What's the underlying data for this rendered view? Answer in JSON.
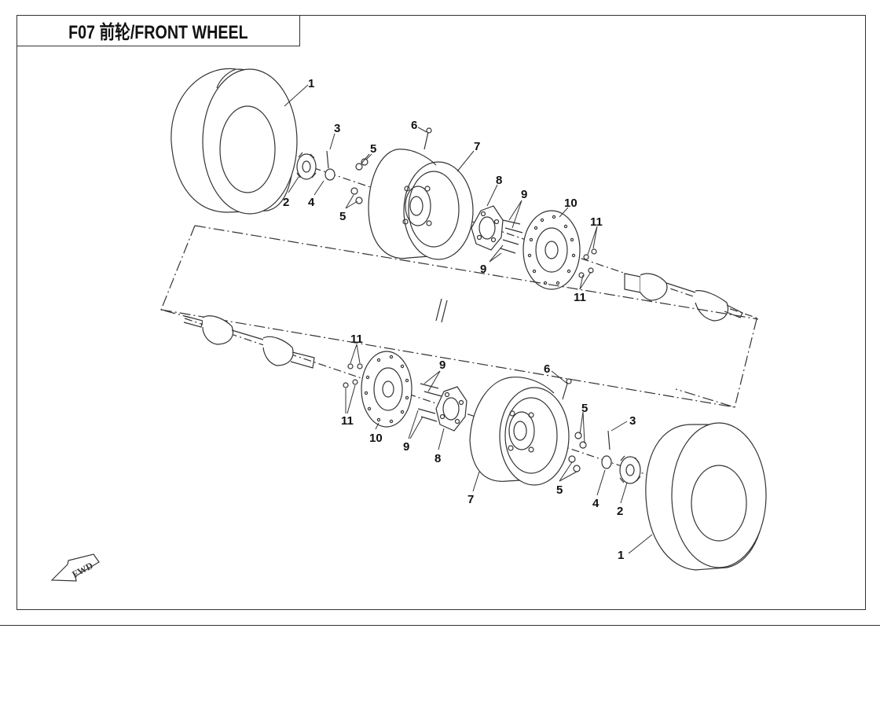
{
  "title": "F07 前轮/FRONT WHEEL",
  "fwd_label": "FWD",
  "callouts": {
    "upper": [
      "1",
      "2",
      "3",
      "4",
      "5",
      "5",
      "6",
      "7",
      "8",
      "9",
      "9",
      "10",
      "11",
      "11"
    ],
    "lower": [
      "11",
      "11",
      "10",
      "9",
      "9",
      "8",
      "7",
      "6",
      "5",
      "5",
      "3",
      "4",
      "2",
      "1"
    ]
  },
  "colors": {
    "line": "#333333",
    "background": "#ffffff"
  },
  "icons": [
    "fwd-arrow-icon"
  ]
}
